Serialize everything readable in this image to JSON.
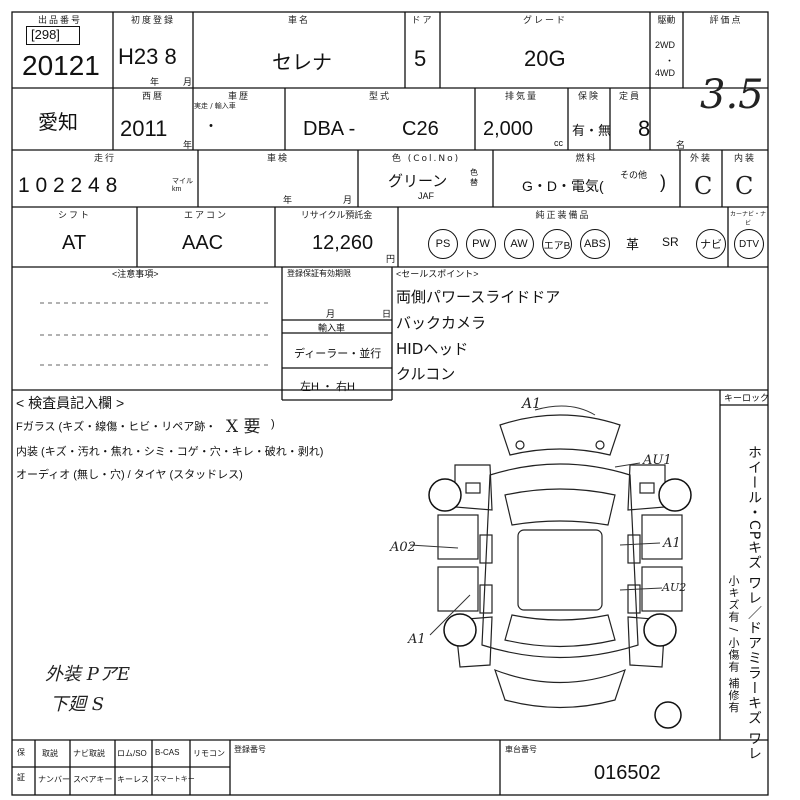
{
  "header": {
    "exhibit_label": "出品番号",
    "first_reg_label": "初度登録",
    "car_name_label": "車名",
    "door_label": "ドア",
    "grade_label": "グレード",
    "drive_label": "駆動",
    "score_label": "評価点",
    "lot_box": "[298]",
    "lot_no": "20121",
    "first_reg_value": "H23 8",
    "year_mark": "年",
    "month_mark": "月",
    "car_name": "セレナ",
    "doors": "5",
    "grade": "20G",
    "drive_2wd": "2WD",
    "drive_4wd": "4WD",
    "score": "3.5"
  },
  "row2": {
    "model_year_label": "西暦",
    "history_label": "車歴",
    "history_sub": "実走 / 輸入車",
    "type_label": "型式",
    "displacement_label": "排気量",
    "cancel_label": "保険",
    "capacity_label": "定員",
    "region": "愛知",
    "model_year": "2011",
    "year_unit": "年",
    "type_value": "DBA -",
    "type_code": "C26",
    "displacement": "2,000",
    "cc": "cc",
    "yes_no": "有・無",
    "capacity": "8",
    "capacity_unit": "名"
  },
  "row3": {
    "mileage_label": "走行",
    "inspection_label": "車検",
    "color_label": "色 (Col.No)",
    "fuel_label": "燃料",
    "exterior_label": "外装",
    "interior_label": "内装",
    "mileage": "1 0 2  2 4 8",
    "mile_km": "マイル km",
    "inspect_year": "年",
    "inspect_month": "月",
    "color": "グリーン",
    "color_code": "JAF",
    "color_change_label": "色替",
    "fuel": "G・D・電気(",
    "fuel_other": "その他",
    "fuel_close": ")",
    "exterior": "C",
    "interior": "C"
  },
  "row4": {
    "shift_label": "シフト",
    "ac_label": "エアコン",
    "recycle_label": "リサイクル預託金",
    "equipment_label": "純正装備品",
    "carnavi_label": "カーナビ・ナビ",
    "shift": "AT",
    "ac": "AAC",
    "recycle": "12,260",
    "yen": "円",
    "equipment": [
      "PS",
      "PW",
      "AW",
      "エアB",
      "ABS",
      "革",
      "SR",
      "ナビ",
      "DTV"
    ]
  },
  "notes": {
    "caution_label": "<注意事項>",
    "warranty_label": "登録保証有効期限",
    "warranty_month": "月",
    "warranty_day": "日",
    "import_label": "輸入車",
    "dealer": "ディーラー・並行",
    "hand_drive": "左H ・ 右H",
    "sales_label": "<セールスポイント>",
    "sales_points": [
      "両側パワースライドドア",
      "バックカメラ",
      "HIDヘッド",
      "クルコン"
    ]
  },
  "inspector": {
    "title": "< 検査員記入欄 >",
    "glass": "Fガラス (キズ・線傷・ヒビ・リペア跡・",
    "glass_mark": "X 要",
    "glass_close": ")",
    "interior_line": "内装 (キズ・汚れ・焦れ・シミ・コゲ・穴・キレ・破れ・剥れ)",
    "audio_line": "オーディオ (無し・穴) / タイヤ (スタッドレス)",
    "hand_note_1": "外装 PアE",
    "hand_note_2": "下廻 S",
    "keylock_label": "キーロック",
    "side_note": "ホイール・CPキズ ワレ／ドアミラーキズ ワレ",
    "side_note_small": "小キズ有 / 小傷有 補修有",
    "diagram_marks": [
      "A1",
      "AU1",
      "A02",
      "A1",
      "AU2",
      "A1"
    ]
  },
  "footer": {
    "c1": "取説",
    "c2": "ナビ取説",
    "c3": "ロム/SO",
    "c4": "B-CAS",
    "c5": "リモコン",
    "c6": "ナンバー",
    "c7": "スペアキー",
    "c8": "キーレス",
    "c9": "スマートキー",
    "reg_no_label": "登録番号",
    "chassis_label": "車台番号",
    "chassis_no": "016502",
    "left_small_1": "保",
    "left_small_2": "証"
  }
}
